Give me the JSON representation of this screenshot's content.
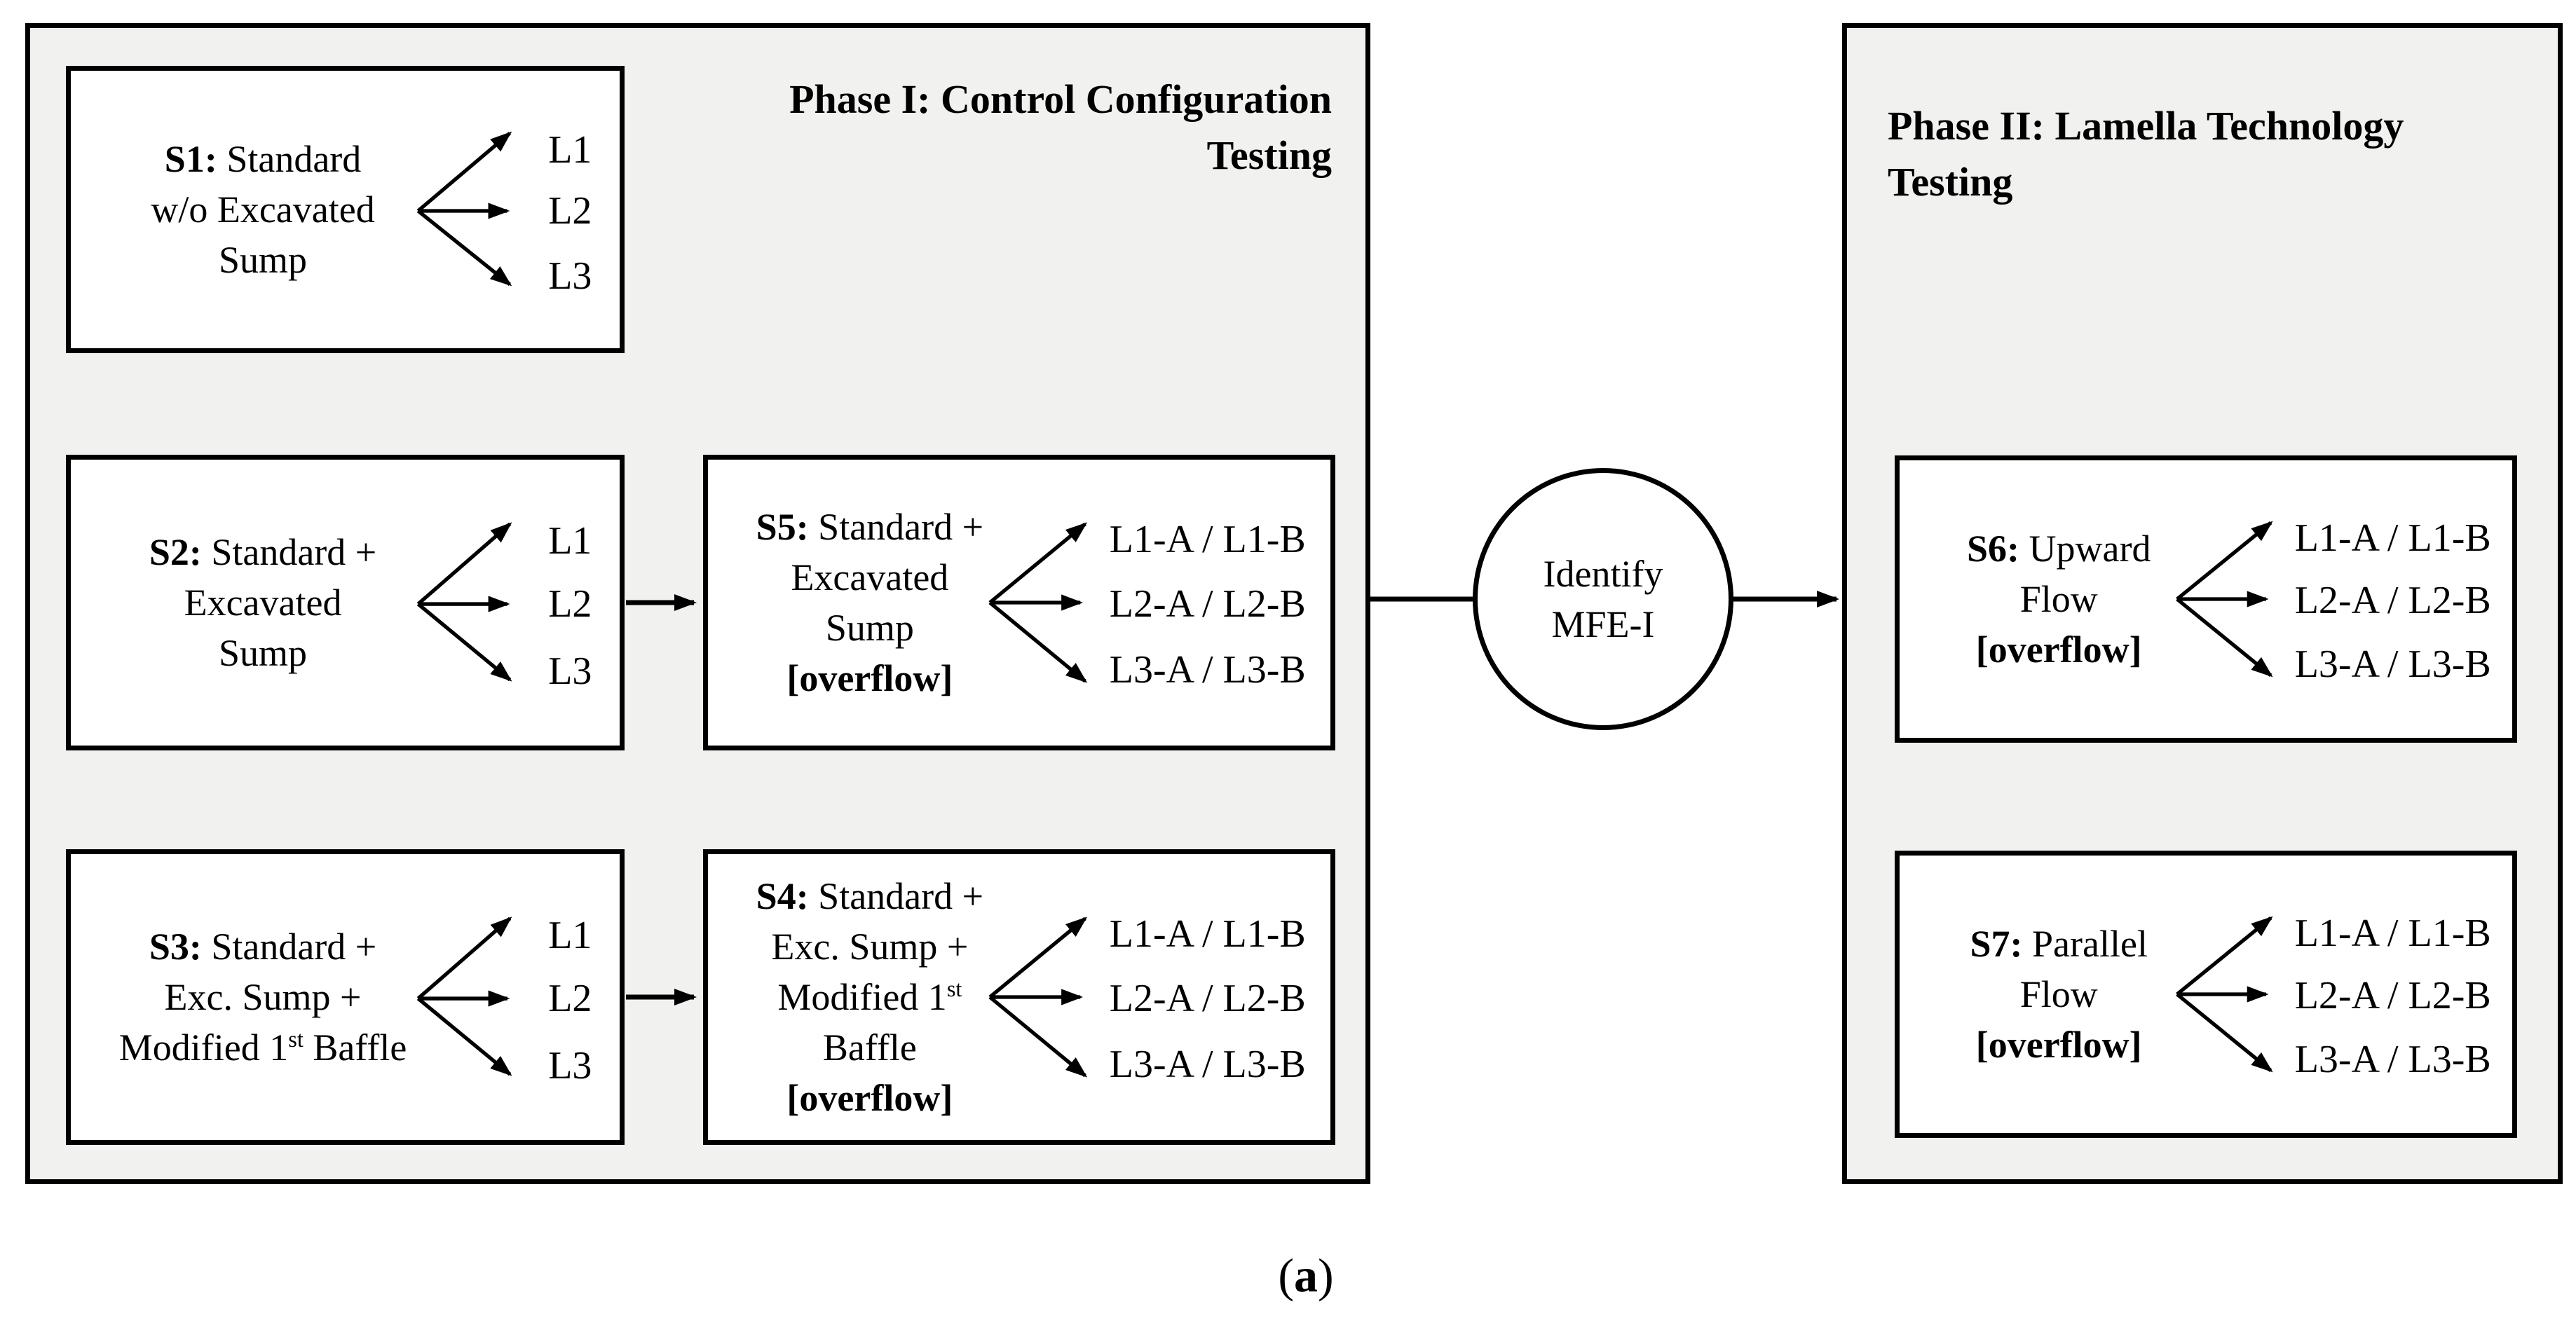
{
  "colors": {
    "phase_fill": "#f1f1f0",
    "box_fill": "#ffffff",
    "ink": "#000000"
  },
  "phase1": {
    "title": [
      "Phase I: Control Configuration",
      "Testing"
    ]
  },
  "phase2": {
    "title": [
      "Phase II: Lamella Technology",
      "Testing"
    ]
  },
  "connector": {
    "circle_lines": [
      "Identify",
      "MFE-I"
    ]
  },
  "caption": {
    "open": "(",
    "letter": "a",
    "close": ")"
  },
  "scenarios": [
    {
      "key": "s1",
      "lines": [
        [
          {
            "t": "S1:",
            "b": true
          },
          {
            "t": " Standard"
          }
        ],
        [
          {
            "t": "w/o Excavated"
          }
        ],
        [
          {
            "t": "Sump"
          }
        ]
      ],
      "outputs": [
        "L1",
        "L2",
        "L3"
      ]
    },
    {
      "key": "s2",
      "lines": [
        [
          {
            "t": "S2:",
            "b": true
          },
          {
            "t": " Standard +"
          }
        ],
        [
          {
            "t": "Excavated"
          }
        ],
        [
          {
            "t": "Sump"
          }
        ]
      ],
      "outputs": [
        "L1",
        "L2",
        "L3"
      ]
    },
    {
      "key": "s3",
      "lines": [
        [
          {
            "t": "S3:",
            "b": true
          },
          {
            "t": " Standard +"
          }
        ],
        [
          {
            "t": "Exc. Sump +"
          }
        ],
        [
          {
            "t": "Modified 1"
          },
          {
            "t": "st",
            "sup": true
          },
          {
            "t": " Baffle"
          }
        ]
      ],
      "outputs": [
        "L1",
        "L2",
        "L3"
      ]
    },
    {
      "key": "s4",
      "lines": [
        [
          {
            "t": "S4:",
            "b": true
          },
          {
            "t": " Standard +"
          }
        ],
        [
          {
            "t": "Exc. Sump +"
          }
        ],
        [
          {
            "t": "Modified 1"
          },
          {
            "t": "st",
            "sup": true
          }
        ],
        [
          {
            "t": "Baffle"
          }
        ],
        [
          {
            "t": "[overflow]",
            "b": true
          }
        ]
      ],
      "outputs": [
        "L1-A / L1-B",
        "L2-A / L2-B",
        "L3-A / L3-B"
      ]
    },
    {
      "key": "s5",
      "lines": [
        [
          {
            "t": "S5:",
            "b": true
          },
          {
            "t": " Standard +"
          }
        ],
        [
          {
            "t": "Excavated"
          }
        ],
        [
          {
            "t": "Sump"
          }
        ],
        [
          {
            "t": "[overflow]",
            "b": true
          }
        ]
      ],
      "outputs": [
        "L1-A / L1-B",
        "L2-A / L2-B",
        "L3-A / L3-B"
      ]
    },
    {
      "key": "s6",
      "lines": [
        [
          {
            "t": "S6:",
            "b": true
          },
          {
            "t": " Upward"
          }
        ],
        [
          {
            "t": "Flow"
          }
        ],
        [
          {
            "t": "[overflow]",
            "b": true
          }
        ]
      ],
      "outputs": [
        "L1-A / L1-B",
        "L2-A / L2-B",
        "L3-A / L3-B"
      ]
    },
    {
      "key": "s7",
      "lines": [
        [
          {
            "t": "S7:",
            "b": true
          },
          {
            "t": " Parallel"
          }
        ],
        [
          {
            "t": "Flow"
          }
        ],
        [
          {
            "t": "[overflow]",
            "b": true
          }
        ]
      ],
      "outputs": [
        "L1-A / L1-B",
        "L2-A / L2-B",
        "L3-A / L3-B"
      ]
    }
  ]
}
